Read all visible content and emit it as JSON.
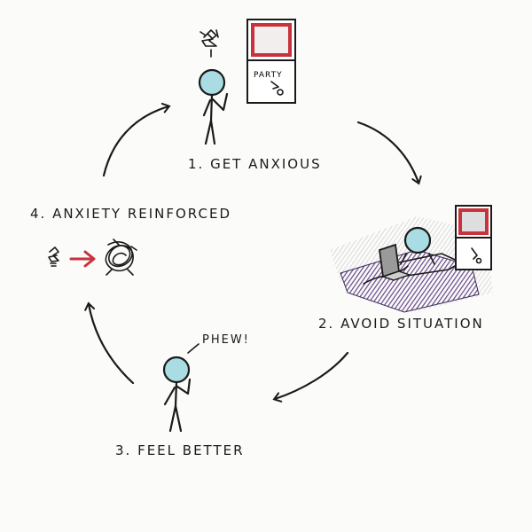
{
  "steps": [
    {
      "label": "1. GET ANXIOUS"
    },
    {
      "label": "2. AVOID SITUATION"
    },
    {
      "label": "3. FEEL BETTER"
    },
    {
      "label": "4. ANXIETY REINFORCED"
    }
  ],
  "poster_text": "PARTY",
  "speech_text": "PHEW!",
  "colors": {
    "head": "#a9dde3",
    "poster_red": "#c8323c",
    "blanket_purple": "#6a4a8c",
    "arrow_red": "#c8323c",
    "ink": "#1a1a1a"
  }
}
